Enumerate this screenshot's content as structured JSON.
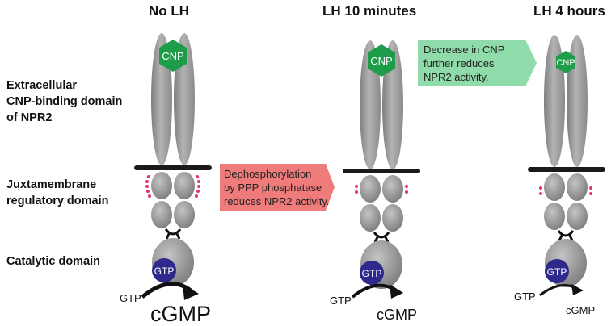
{
  "columns": [
    {
      "title": "No LH",
      "cnp": "CNP",
      "gtp": "GTP",
      "gtp_side": "GTP",
      "product": "cGMP"
    },
    {
      "title": "LH 10 minutes",
      "cnp": "CNP",
      "gtp": "GTP",
      "gtp_side": "GTP",
      "product": "cGMP"
    },
    {
      "title": "LH 4 hours",
      "cnp": "CNP",
      "gtp": "GTP",
      "gtp_side": "GTP",
      "product": "cGMP"
    }
  ],
  "labels": {
    "extracellular": [
      "Extracellular",
      "CNP-binding domain",
      "of NPR2"
    ],
    "juxtamembrane": [
      "Juxtamembrane",
      "regulatory domain"
    ],
    "catalytic": [
      "Catalytic domain"
    ]
  },
  "callouts": {
    "dephosphorylation": {
      "lines": [
        "Dephosphorylation",
        "by PPP phosphatase",
        "reduces NPR2 activity."
      ],
      "color": "#f07b7b"
    },
    "cnp_decrease": {
      "lines": [
        "Decrease in CNP",
        "further reduces",
        "NPR2 activity."
      ],
      "color": "#8fdcaa"
    }
  },
  "colors": {
    "receptor_gray": "#9a9a9a",
    "cnp_green": "#1e9c4a",
    "gtp_blue": "#2e2a8c",
    "phosphate_pink": "#e8336f",
    "membrane": "#1a1a1a"
  }
}
